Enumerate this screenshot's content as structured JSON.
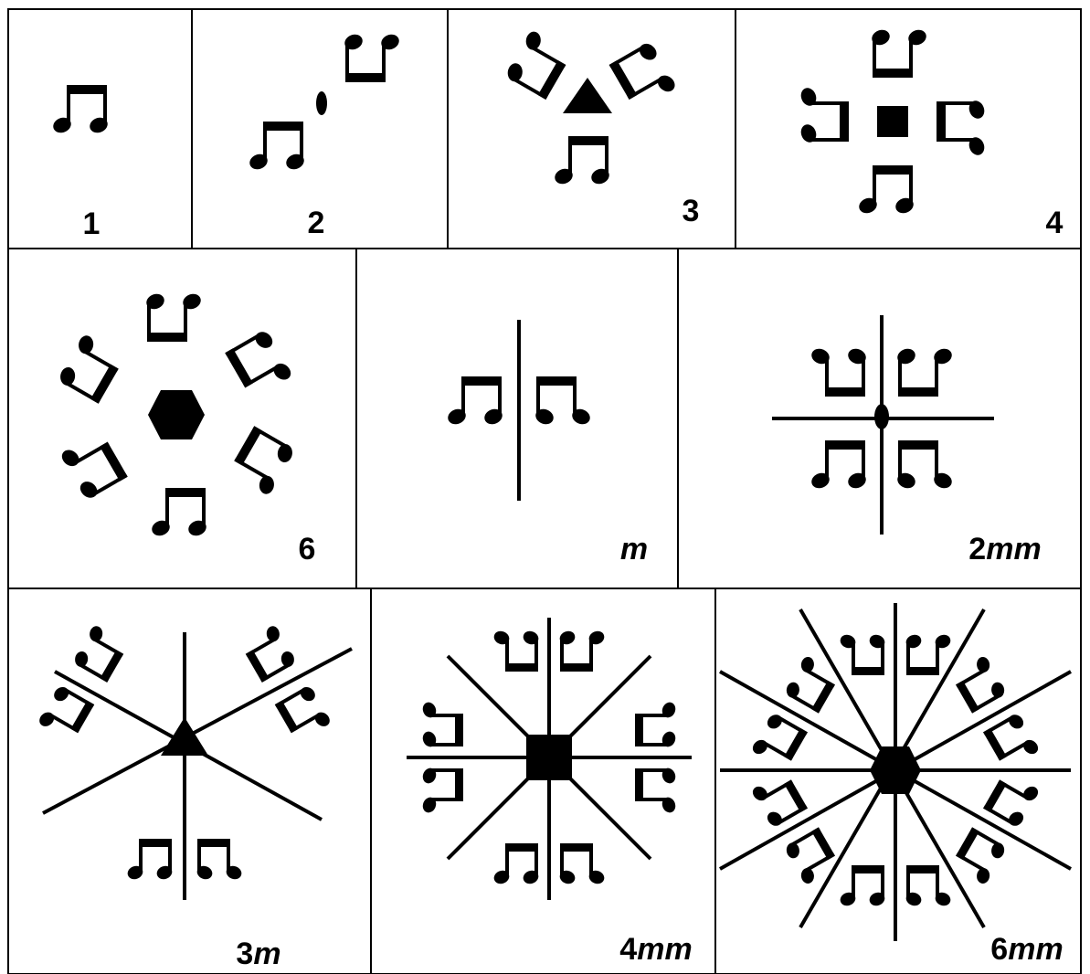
{
  "colors": {
    "ink": "#000000",
    "background": "#ffffff"
  },
  "cells": [
    {
      "id": "1",
      "label_num": "1",
      "label_m": "",
      "center_shape": "none"
    },
    {
      "id": "2",
      "label_num": "2",
      "label_m": "",
      "center_shape": "ellipse"
    },
    {
      "id": "3",
      "label_num": "3",
      "label_m": "",
      "center_shape": "triangle"
    },
    {
      "id": "4",
      "label_num": "4",
      "label_m": "",
      "center_shape": "square"
    },
    {
      "id": "6",
      "label_num": "6",
      "label_m": "",
      "center_shape": "hexagon"
    },
    {
      "id": "m",
      "label_num": "",
      "label_m": "m",
      "center_shape": "none"
    },
    {
      "id": "2mm",
      "label_num": "2",
      "label_m": "mm",
      "center_shape": "ellipse"
    },
    {
      "id": "3m",
      "label_num": "3",
      "label_m": "m",
      "center_shape": "triangle"
    },
    {
      "id": "4mm",
      "label_num": "4",
      "label_m": "mm",
      "center_shape": "square"
    },
    {
      "id": "6mm",
      "label_num": "6",
      "label_m": "mm",
      "center_shape": "hexagon"
    }
  ]
}
